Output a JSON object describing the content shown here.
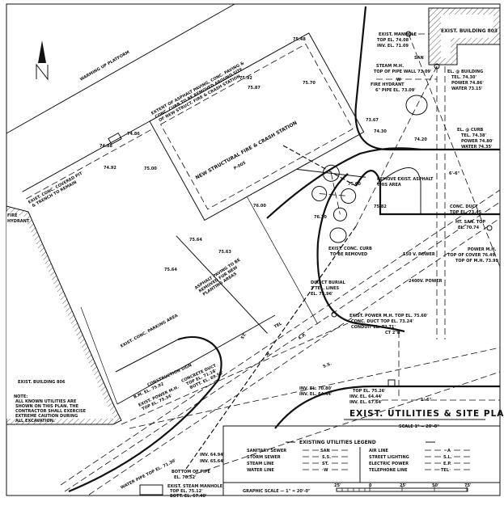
{
  "title": "EXIST. UTILITIES & SITE PLAN",
  "scale": "SCALE  1\" = 20'-0\"",
  "north": "N",
  "structures": {
    "warming_platform": "WARMING UP PLATFORM",
    "building_803": "EXIST. BUILDING 803",
    "building_806": "EXIST. BUILDING 806",
    "fire_station": "NEW STRUCTURAL FIRE & CRASH STATION",
    "fire_station_code": "P-005",
    "parking_area": "EXIST. CONC. PARKING AREA",
    "conc_pit": [
      "EXIST. CONC. COVERED PIT",
      "& TRENCH TO REMAIN"
    ],
    "extent_note": [
      "EXTENT OF ASPHALT PAVING, CONC. PAVING &",
      "CONC. CURB TO BE REMOVED AROUND SITE",
      "OF NEW STRUCT. FIRE & CRASH STATION"
    ],
    "planting_note": [
      "ASPHALT PAVING TO BE",
      "REMOVED FOR NEW",
      "PLANTING AREAS"
    ],
    "fire_hydrant_left": [
      "FIRE",
      "HYDRANT"
    ],
    "construction_sign": "CONSTRUCTION SIGN"
  },
  "annotations": {
    "exist_manhole": [
      "EXIST. MANHOLE",
      "TOP EL. 74.08",
      "INV. EL. 71.09"
    ],
    "steam_mh": [
      "STEAM M.H.",
      "TOP OF PIPE WALL 73.09'"
    ],
    "fire_hydrant": [
      "FIRE HYDRANT",
      "6\" PIPE EL. 73.09'"
    ],
    "el_building": [
      "EL. @ BUILDING",
      "TEL. 74.30'",
      "POWER 74.86'",
      "WATER 73.15'"
    ],
    "el_curb": [
      "EL. @ CURB",
      "TEL. 74.38'",
      "POWER 74.80'",
      "WATER 74.35'"
    ],
    "remove_asphalt": [
      "REMOVE EXIST. ASPHALT",
      "THIS AREA"
    ],
    "conc_duct": [
      "CONC. DUCT",
      "TOP EL. 73.45"
    ],
    "ht_san": [
      "HT. SAN. TOP",
      "EL. 70.74"
    ],
    "power_mh": [
      "POWER M.H.",
      "TOP OF COVER 76.49",
      "TOP OF M.H. 73.99"
    ],
    "conc_curb": [
      "EXIST. CONC. CURB",
      "TO BE REMOVED"
    ],
    "power_550": "550 V. POWER",
    "power_2400": "2400V. POWER",
    "direct_burial": [
      "DIRECT BURIAL",
      "3 TEL. LINES",
      "EL. 73.96'"
    ],
    "exist_power_mh": [
      "EXIST. POWER M.H. TOP EL. 75.60'",
      "CONC. DUCT TOP EL. 73.24'",
      "CONDUIT EL. 72.71'"
    ],
    "ct": "CT 2\"B",
    "inv_left": [
      "INV. EL. 70.80'",
      "INV. EL. 64.44'"
    ],
    "inv_right": [
      "TOP EL. 75.26'",
      "INV. EL. 64.44'",
      "INV. EL. 67.64'"
    ],
    "dim_1_6": "1'-6\"",
    "dim_6_6": "6'-6\"",
    "bm": "B.M. EL. 75.92",
    "exist_power_mh_left": [
      "EXIST. POWER M.H.",
      "TOP EL. 75.34'"
    ],
    "concrete_duct": [
      "CONCRETE DUCT",
      "TOP EL. 71.18'",
      "BOTT. EL. 69.50'"
    ],
    "water_pipe": "WATER PIPE TOP EL. 71.30'",
    "bottom_pipe": [
      "BOTTOM OF PIPE",
      "EL. 70.52'"
    ],
    "steam_manhole": [
      "EXIST. STEAM MANHOLE",
      "TOP EL. 75.12'",
      "BOTT. EL. 67.40'"
    ],
    "inv_bottom": [
      "INV. 64.94'",
      "INV. 65.64'"
    ],
    "elevations": [
      "73.67",
      "74.30",
      "74.20",
      "75.60",
      "75.82",
      "76.30",
      "74.88",
      "74.86",
      "74.92",
      "75.00",
      "75.48",
      "75.92",
      "75.87",
      "75.70",
      "76.00",
      "75.64",
      "75.64",
      "75.63"
    ]
  },
  "line_tags": {
    "san": "SAN",
    "w": "W",
    "ss": "S.S.",
    "st": "ST.",
    "tel": "TEL",
    "ep": "E.P.",
    "a": "A"
  },
  "note": {
    "heading": "NOTE:",
    "lines": [
      "ALL KNOWN UTILITIES ARE",
      "SHOWN ON THIS PLAN. THE",
      "CONTRACTOR SHALL EXERCISE",
      "EXTREME CAUTION DURING",
      "ALL EXCAVATION."
    ]
  },
  "legend": {
    "title": "EXISTING   UTILITIES   LEGEND",
    "left": [
      {
        "label": "SANITARY SEWER",
        "code": "SAN"
      },
      {
        "label": "STORM SEWER",
        "code": "S.S."
      },
      {
        "label": "STEAM LINE",
        "code": "ST."
      },
      {
        "label": "WATER LINE",
        "code": "W"
      }
    ],
    "right": [
      {
        "label": "AIR LINE",
        "code": "A"
      },
      {
        "label": "STREET LIGHTING",
        "code": "S.L."
      },
      {
        "label": "ELECTRIC POWER",
        "code": "E.P."
      },
      {
        "label": "TELEPHONE LINE",
        "code": "TEL"
      }
    ]
  },
  "graphic_scale": {
    "label": "GRAPHIC SCALE  —  1\" = 20'-0\"",
    "ticks": [
      "25'",
      "0",
      "25'",
      "50'",
      "75'"
    ]
  }
}
